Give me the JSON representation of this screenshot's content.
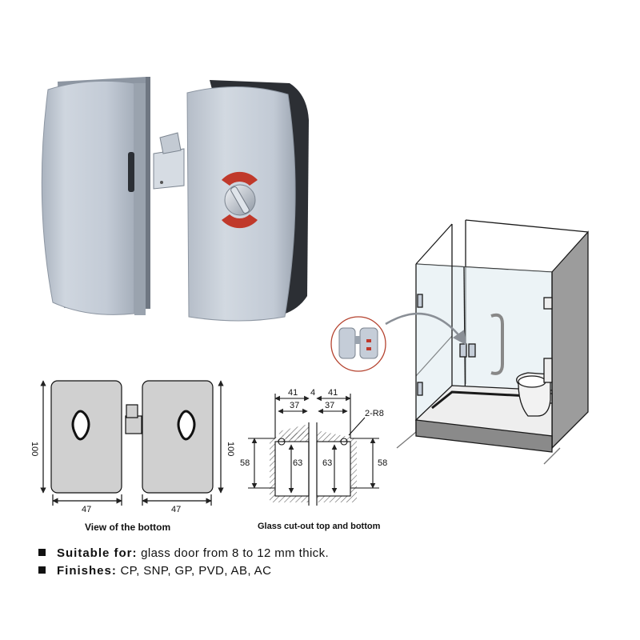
{
  "bottom_view": {
    "height_label": "100",
    "height_label_right": "100",
    "width_label_left": "47",
    "width_label_right": "47",
    "caption": "View of the bottom"
  },
  "cutout": {
    "dim_top_left": "41",
    "dim_gap": "4",
    "dim_top_right": "41",
    "dim_inner_left": "37",
    "dim_inner_right": "37",
    "radius_label": "2-R8",
    "dim_side_left_outer": "58",
    "dim_side_left_inner": "63",
    "dim_side_right_inner": "63",
    "dim_side_right_outer": "58",
    "caption": "Glass cut-out top and bottom"
  },
  "specs": [
    {
      "key": "Suitable for:",
      "value": "glass door from 8 to 12 mm thick."
    },
    {
      "key": "Finishes:",
      "value": "CP, SNP, GP, PVD, AB, AC"
    }
  ],
  "colors": {
    "metal": "#c5cdd8",
    "metal_dark": "#8d96a2",
    "indicator_red": "#c0392b",
    "glass": "#dce9ef",
    "floor": "#9c9c9c"
  },
  "icons": [
    "lock-product-photo",
    "shower-enclosure-illustration",
    "detail-callout-circle"
  ]
}
